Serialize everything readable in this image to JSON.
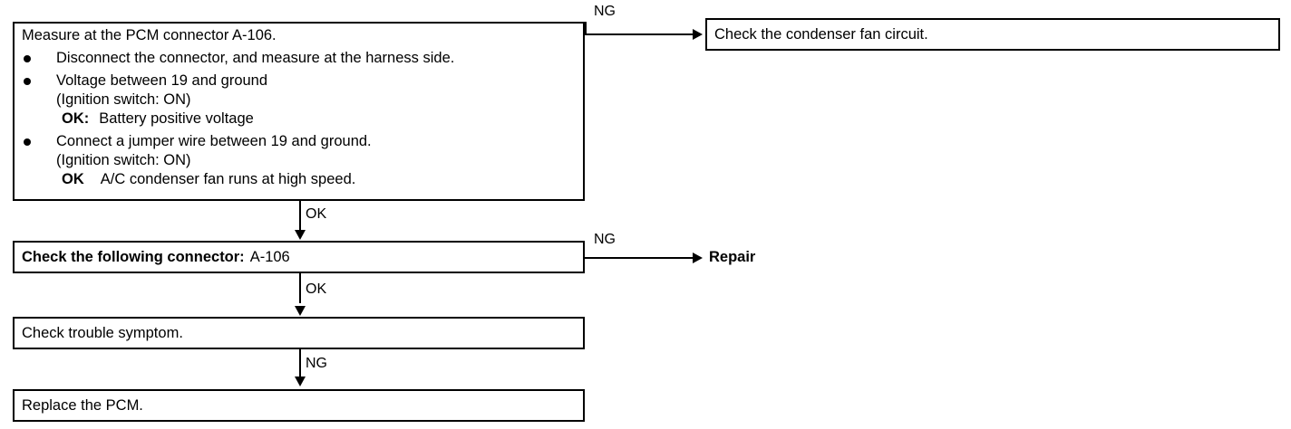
{
  "diagram": {
    "type": "troubleshooting-flowchart",
    "main_step": {
      "heading": "Measure at the PCM connector A-106.",
      "bullets": [
        {
          "text": "Disconnect the connector, and measure at the harness side.",
          "sub_lines": []
        },
        {
          "text": "Voltage between 19 and ground",
          "sub_lines": [
            {
              "text": "(Ignition switch: ON)",
              "prefix": "",
              "rest": ""
            },
            {
              "text": "",
              "prefix": "OK:",
              "rest": "Battery positive voltage"
            }
          ]
        },
        {
          "text": "Connect a jumper wire between 19 and ground.",
          "sub_lines": [
            {
              "text": "(Ignition switch: ON)",
              "prefix": "",
              "rest": ""
            },
            {
              "text": "",
              "prefix": "OK",
              "rest": "A/C condenser fan runs at high speed."
            }
          ]
        }
      ]
    },
    "steps": [
      {
        "id": "fan-circuit",
        "label": "Check the condenser fan circuit.",
        "boxed": true
      },
      {
        "id": "connector-check",
        "label_bold": "Check the following connector:",
        "label_normal": "A-106",
        "boxed": true
      },
      {
        "id": "trouble-symptom",
        "label": "Check trouble symptom.",
        "boxed": true
      },
      {
        "id": "replace-pcm",
        "label": "Replace the PCM.",
        "boxed": true
      },
      {
        "id": "repair",
        "label": "Repair",
        "boxed": false
      }
    ],
    "edge_labels": {
      "ng_main": "NG",
      "ok_main_to_connector": "OK",
      "ng_connector": "NG",
      "ok_connector_to_symptom": "OK",
      "ng_symptom_to_replace": "NG"
    },
    "colors": {
      "line": "#000000",
      "background": "#ffffff",
      "text": "#000000"
    }
  }
}
